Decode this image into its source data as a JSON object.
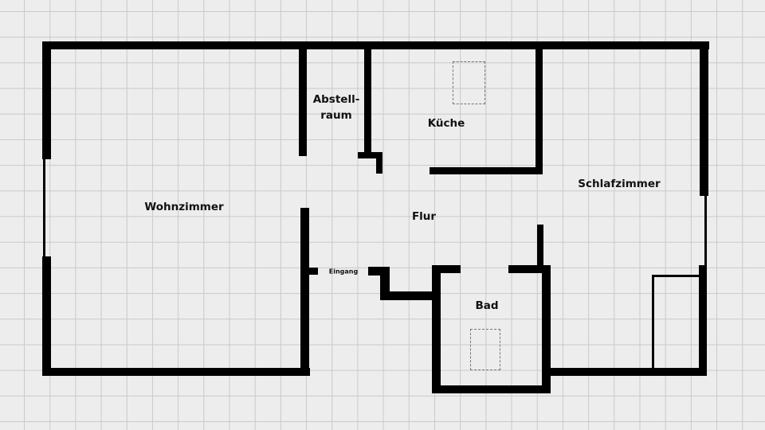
{
  "floor_plan": {
    "colors": {
      "wall": "#000000",
      "paper": "#ededee",
      "grid": "#c9c9cf",
      "fixture": "#777777"
    },
    "rooms": {
      "wohnzimmer": "Wohnzimmer",
      "abstellraum_line1": "Abstell-",
      "abstellraum_line2": "raum",
      "kueche": "Küche",
      "flur": "Flur",
      "schlafzimmer": "Schlafzimmer",
      "bad": "Bad",
      "eingang": "Eingang"
    }
  }
}
